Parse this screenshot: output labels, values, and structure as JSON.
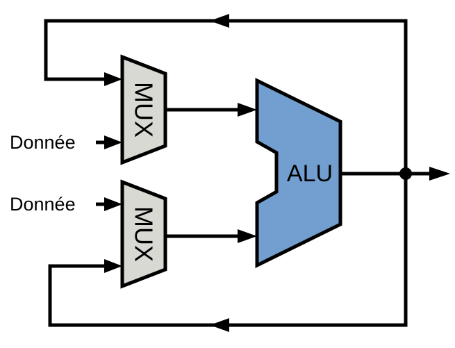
{
  "diagram": {
    "alu": {
      "label": "ALU",
      "fill": "#729fcf"
    },
    "mux_top": {
      "label": "MUX"
    },
    "mux_bottom": {
      "label": "MUX"
    },
    "inputs": {
      "top_label": "Donnée",
      "bottom_label": "Donnée"
    },
    "colors": {
      "mux_fill": "#d9d9d3",
      "line": "#000000"
    }
  }
}
